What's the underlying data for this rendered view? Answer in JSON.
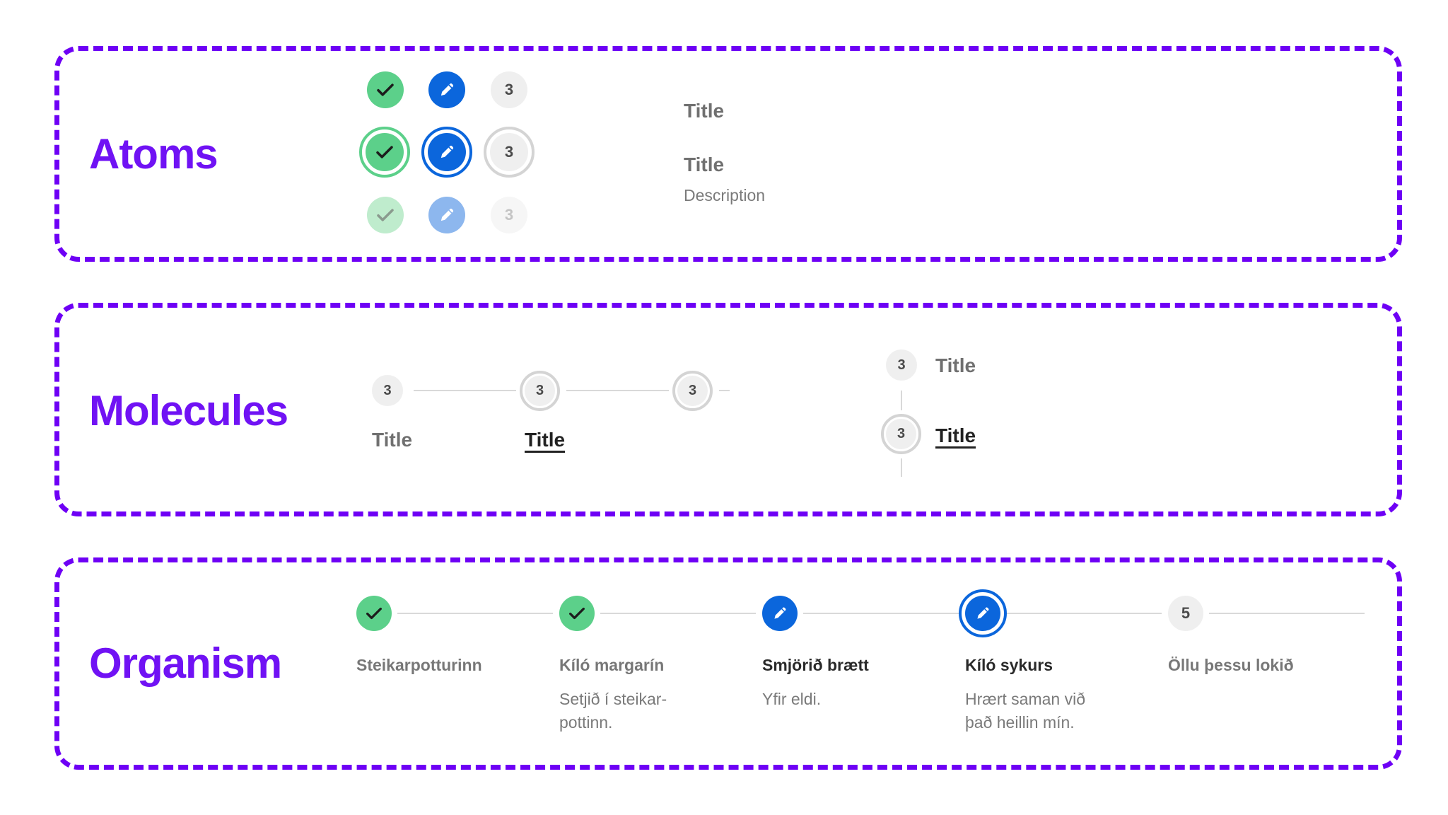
{
  "colors": {
    "accent": "#6e00f5",
    "done": "#5cd08a",
    "edit": "#0b66dc",
    "neutral": "#efefef"
  },
  "sections": {
    "atoms": {
      "label": "Atoms"
    },
    "molecules": {
      "label": "Molecules"
    },
    "organism": {
      "label": "Organism"
    }
  },
  "atoms": {
    "icons": {
      "done": "check-icon",
      "edit": "pencil-icon"
    },
    "number": "3",
    "title_1": "Title",
    "title_2": "Title",
    "description": "Description"
  },
  "molecules": {
    "horizontal": [
      {
        "number": "3",
        "label": "Title",
        "state": "default"
      },
      {
        "number": "3",
        "label": "Title",
        "state": "active"
      },
      {
        "number": "3",
        "label": "",
        "state": "default-ring"
      }
    ],
    "vertical": [
      {
        "number": "3",
        "label": "Title",
        "state": "default"
      },
      {
        "number": "3",
        "label": "Title",
        "state": "active"
      }
    ]
  },
  "organism": {
    "steps": [
      {
        "state": "done",
        "title": "Steikarpotturinn",
        "desc": []
      },
      {
        "state": "done",
        "title": "Kíló margarín",
        "desc": [
          "Setjið í steikar-",
          "pottinn."
        ]
      },
      {
        "state": "edit",
        "title": "Smjörið brætt",
        "desc": [
          "Yfir eldi."
        ]
      },
      {
        "state": "edit-active",
        "title": "Kíló sykurs",
        "desc": [
          "Hrært saman við",
          "það heillin mín."
        ]
      },
      {
        "state": "number",
        "number": "5",
        "title": "Öllu þessu lokið",
        "desc": []
      }
    ]
  }
}
